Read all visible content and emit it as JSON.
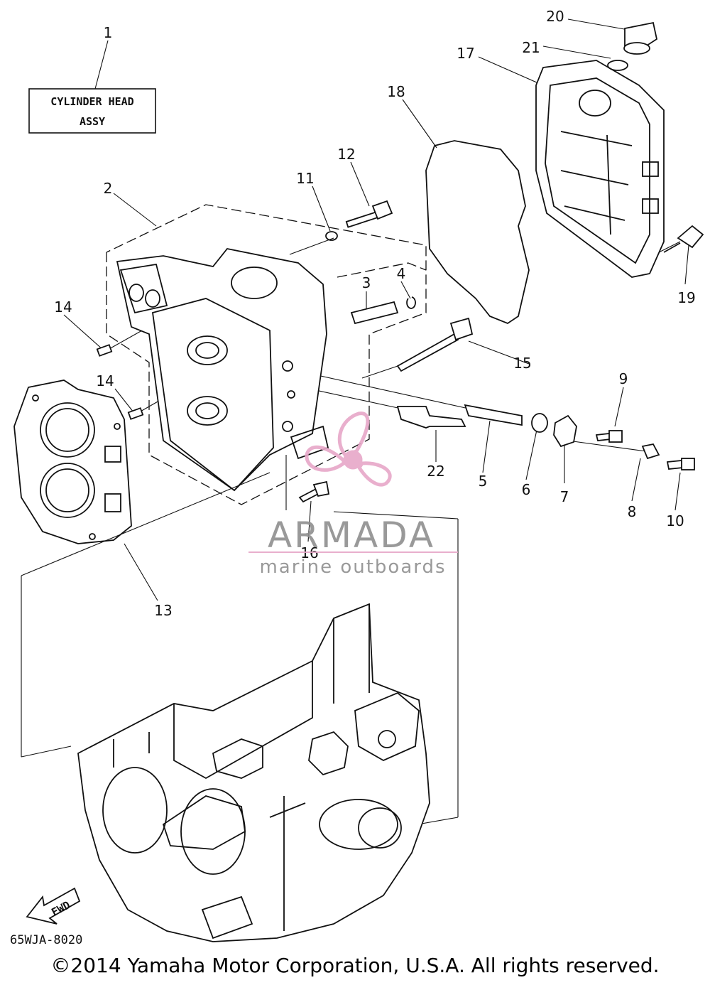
{
  "label_box": {
    "line1": "CYLINDER HEAD",
    "line2": "ASSY"
  },
  "callouts": [
    "1",
    "2",
    "3",
    "4",
    "5",
    "6",
    "7",
    "8",
    "9",
    "10",
    "11",
    "12",
    "13",
    "14",
    "14",
    "15",
    "16",
    "17",
    "18",
    "19",
    "20",
    "21",
    "22"
  ],
  "watermark": {
    "brand": "ARMADA",
    "tagline": "marine outboards",
    "colors": {
      "text": "#8f8f8f",
      "accent": "#e7a7c8",
      "propeller": "#e7a7c8"
    }
  },
  "arrow_label": "FWD",
  "diagram_code": "65WJA-8020",
  "copyright": "©2014 Yamaha Motor Corporation, U.S.A. All rights reserved."
}
